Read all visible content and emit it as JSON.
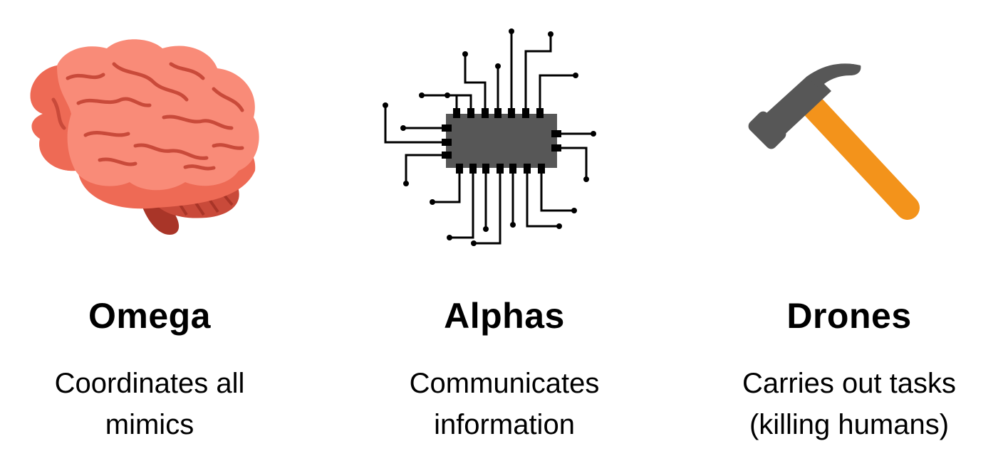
{
  "roles": [
    {
      "icon": "brain-icon",
      "title": "Omega",
      "description_lines": [
        "Coordinates all",
        "mimics"
      ]
    },
    {
      "icon": "microchip-icon",
      "title": "Alphas",
      "description_lines": [
        "Communicates",
        "information"
      ]
    },
    {
      "icon": "hammer-icon",
      "title": "Drones",
      "description_lines": [
        "Carries out tasks",
        "(killing humans)"
      ]
    }
  ],
  "colors": {
    "brain_light": "#F98B78",
    "brain_mid": "#EE6A55",
    "brain_dark": "#C94A3A",
    "brain_stem": "#A93528",
    "chip_body": "#575757",
    "chip_wire": "#000000",
    "hammer_head": "#575757",
    "hammer_handle": "#F3931B"
  }
}
